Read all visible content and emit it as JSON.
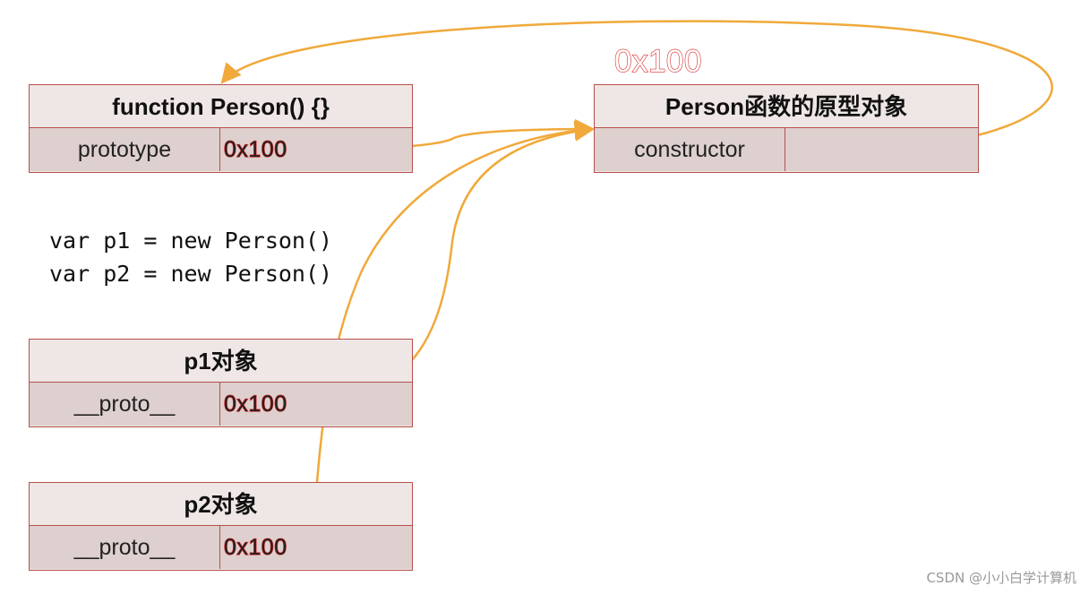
{
  "top_address": "0x100",
  "person_fn": {
    "title": "function Person() {}",
    "key": "prototype",
    "value": "0x100"
  },
  "proto_obj": {
    "title": "Person函数的原型对象",
    "key": "constructor",
    "value": ""
  },
  "code": {
    "line1": "var p1 = new Person()",
    "line2": "var p2 = new Person()"
  },
  "p1": {
    "title": "p1对象",
    "key": "__proto__",
    "value": "0x100"
  },
  "p2": {
    "title": "p2对象",
    "key": "__proto__",
    "value": "0x100"
  },
  "watermark": "CSDN @小小白学计算机",
  "colors": {
    "arrow": "#f0a93a",
    "border": "#b5504a",
    "address": "#d92626"
  }
}
